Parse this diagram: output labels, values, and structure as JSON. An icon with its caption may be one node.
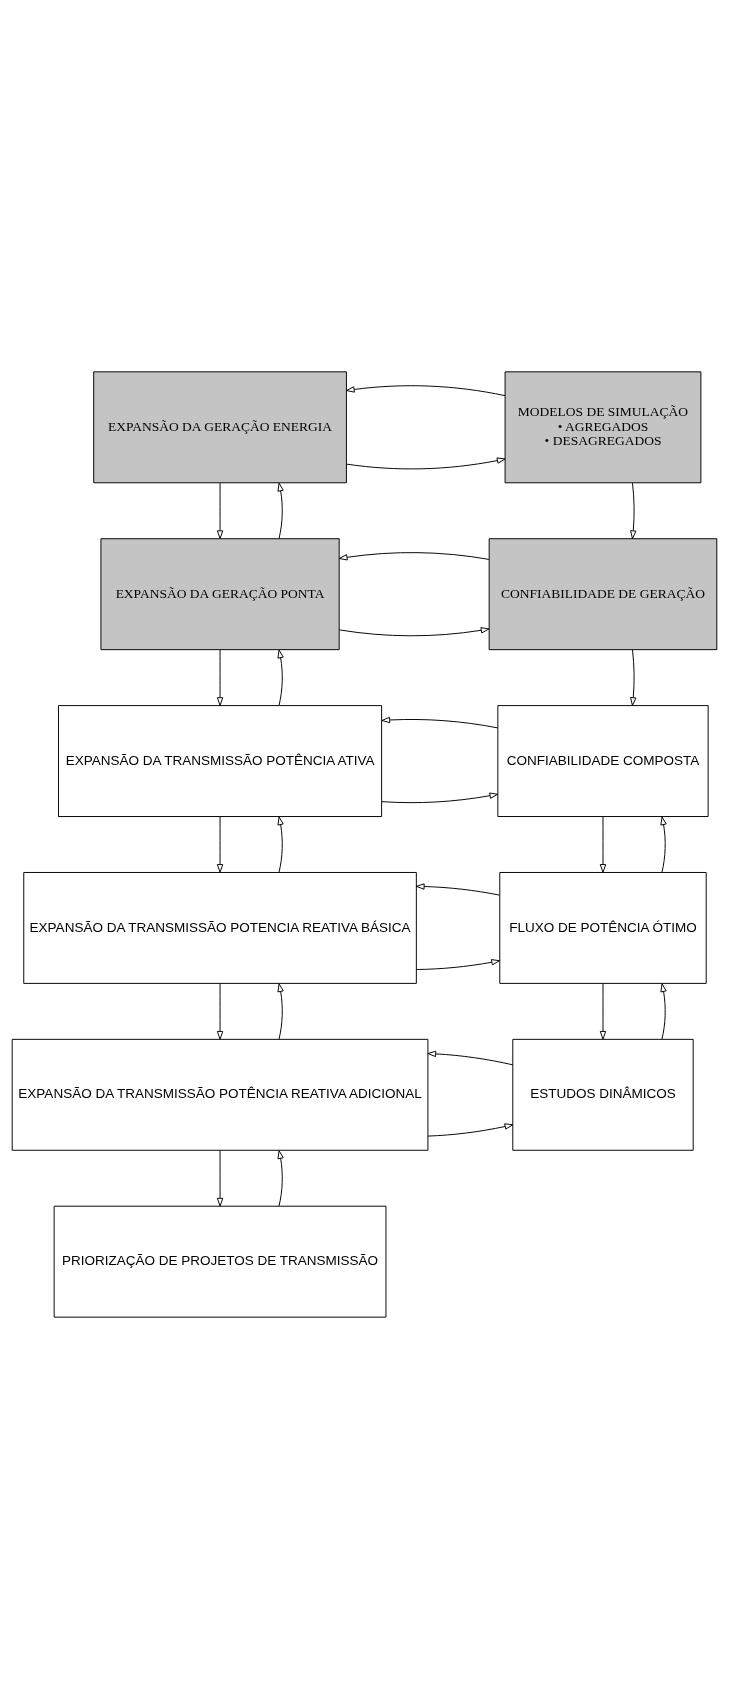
{
  "diagram": {
    "nodes": [
      {
        "text": [
          "EXPANSÃO DA GERAÇÃO ENERGIA"
        ]
      },
      {
        "text": [
          "MODELOS DE SIMULAÇÃO",
          "• AGREGADOS",
          "• DESAGREGADOS"
        ]
      },
      {
        "text": [
          "EXPANSÃO DA GERAÇÃO PONTA"
        ]
      },
      {
        "text": [
          "CONFIABILIDADE DE GERAÇÃO"
        ]
      },
      {
        "text": [
          "EXPANSÃO DA TRANSMISSÃO POTÊNCIA ATIVA"
        ]
      },
      {
        "text": [
          "CONFIABILIDADE COMPOSTA"
        ]
      },
      {
        "text": [
          "EXPANSÃO DA TRANSMISSÃO POTENCIA REATIVA BÁSICA"
        ]
      },
      {
        "text": [
          "FLUXO DE POTÊNCIA ÓTIMO"
        ]
      },
      {
        "text": [
          "EXPANSÃO DA TRANSMISSÃO POTÊNCIA REATIVA ADICIONAL"
        ]
      },
      {
        "text": [
          "ESTUDOS DINÂMICOS"
        ]
      },
      {
        "text": [
          "PRIORIZAÇÃO DE PROJETOS DE TRANSMISSÃO"
        ]
      }
    ],
    "edges": [
      {
        "from": 0,
        "to": 1,
        "arrow": "to"
      },
      {
        "from": 1,
        "to": 0,
        "arrow": "to"
      },
      {
        "from": 0,
        "to": 2,
        "arrow": "to"
      },
      {
        "from": 2,
        "to": 0,
        "arrow": "to"
      },
      {
        "from": 1,
        "to": 3,
        "arrow": "to"
      },
      {
        "from": 2,
        "to": 3,
        "arrow": "to"
      },
      {
        "from": 3,
        "to": 2,
        "arrow": "to"
      },
      {
        "from": 2,
        "to": 4,
        "arrow": "to"
      },
      {
        "from": 4,
        "to": 2,
        "arrow": "to"
      },
      {
        "from": 3,
        "to": 5,
        "arrow": "to"
      },
      {
        "from": 4,
        "to": 5,
        "arrow": "to"
      },
      {
        "from": 5,
        "to": 4,
        "arrow": "to"
      },
      {
        "from": 4,
        "to": 6,
        "arrow": "to"
      },
      {
        "from": 6,
        "to": 4,
        "arrow": "to"
      },
      {
        "from": 5,
        "to": 7,
        "arrow": "to"
      },
      {
        "from": 7,
        "to": 5,
        "arrow": "to"
      },
      {
        "from": 6,
        "to": 7,
        "arrow": "to"
      },
      {
        "from": 7,
        "to": 6,
        "arrow": "to"
      },
      {
        "from": 6,
        "to": 8,
        "arrow": "to"
      },
      {
        "from": 8,
        "to": 6,
        "arrow": "to"
      },
      {
        "from": 7,
        "to": 9,
        "arrow": "to"
      },
      {
        "from": 9,
        "to": 7,
        "arrow": "to"
      },
      {
        "from": 8,
        "to": 9,
        "arrow": "to"
      },
      {
        "from": 9,
        "to": 8,
        "arrow": "to"
      },
      {
        "from": 8,
        "to": 10,
        "arrow": "to"
      },
      {
        "from": 10,
        "to": 8,
        "arrow": "to"
      }
    ]
  }
}
